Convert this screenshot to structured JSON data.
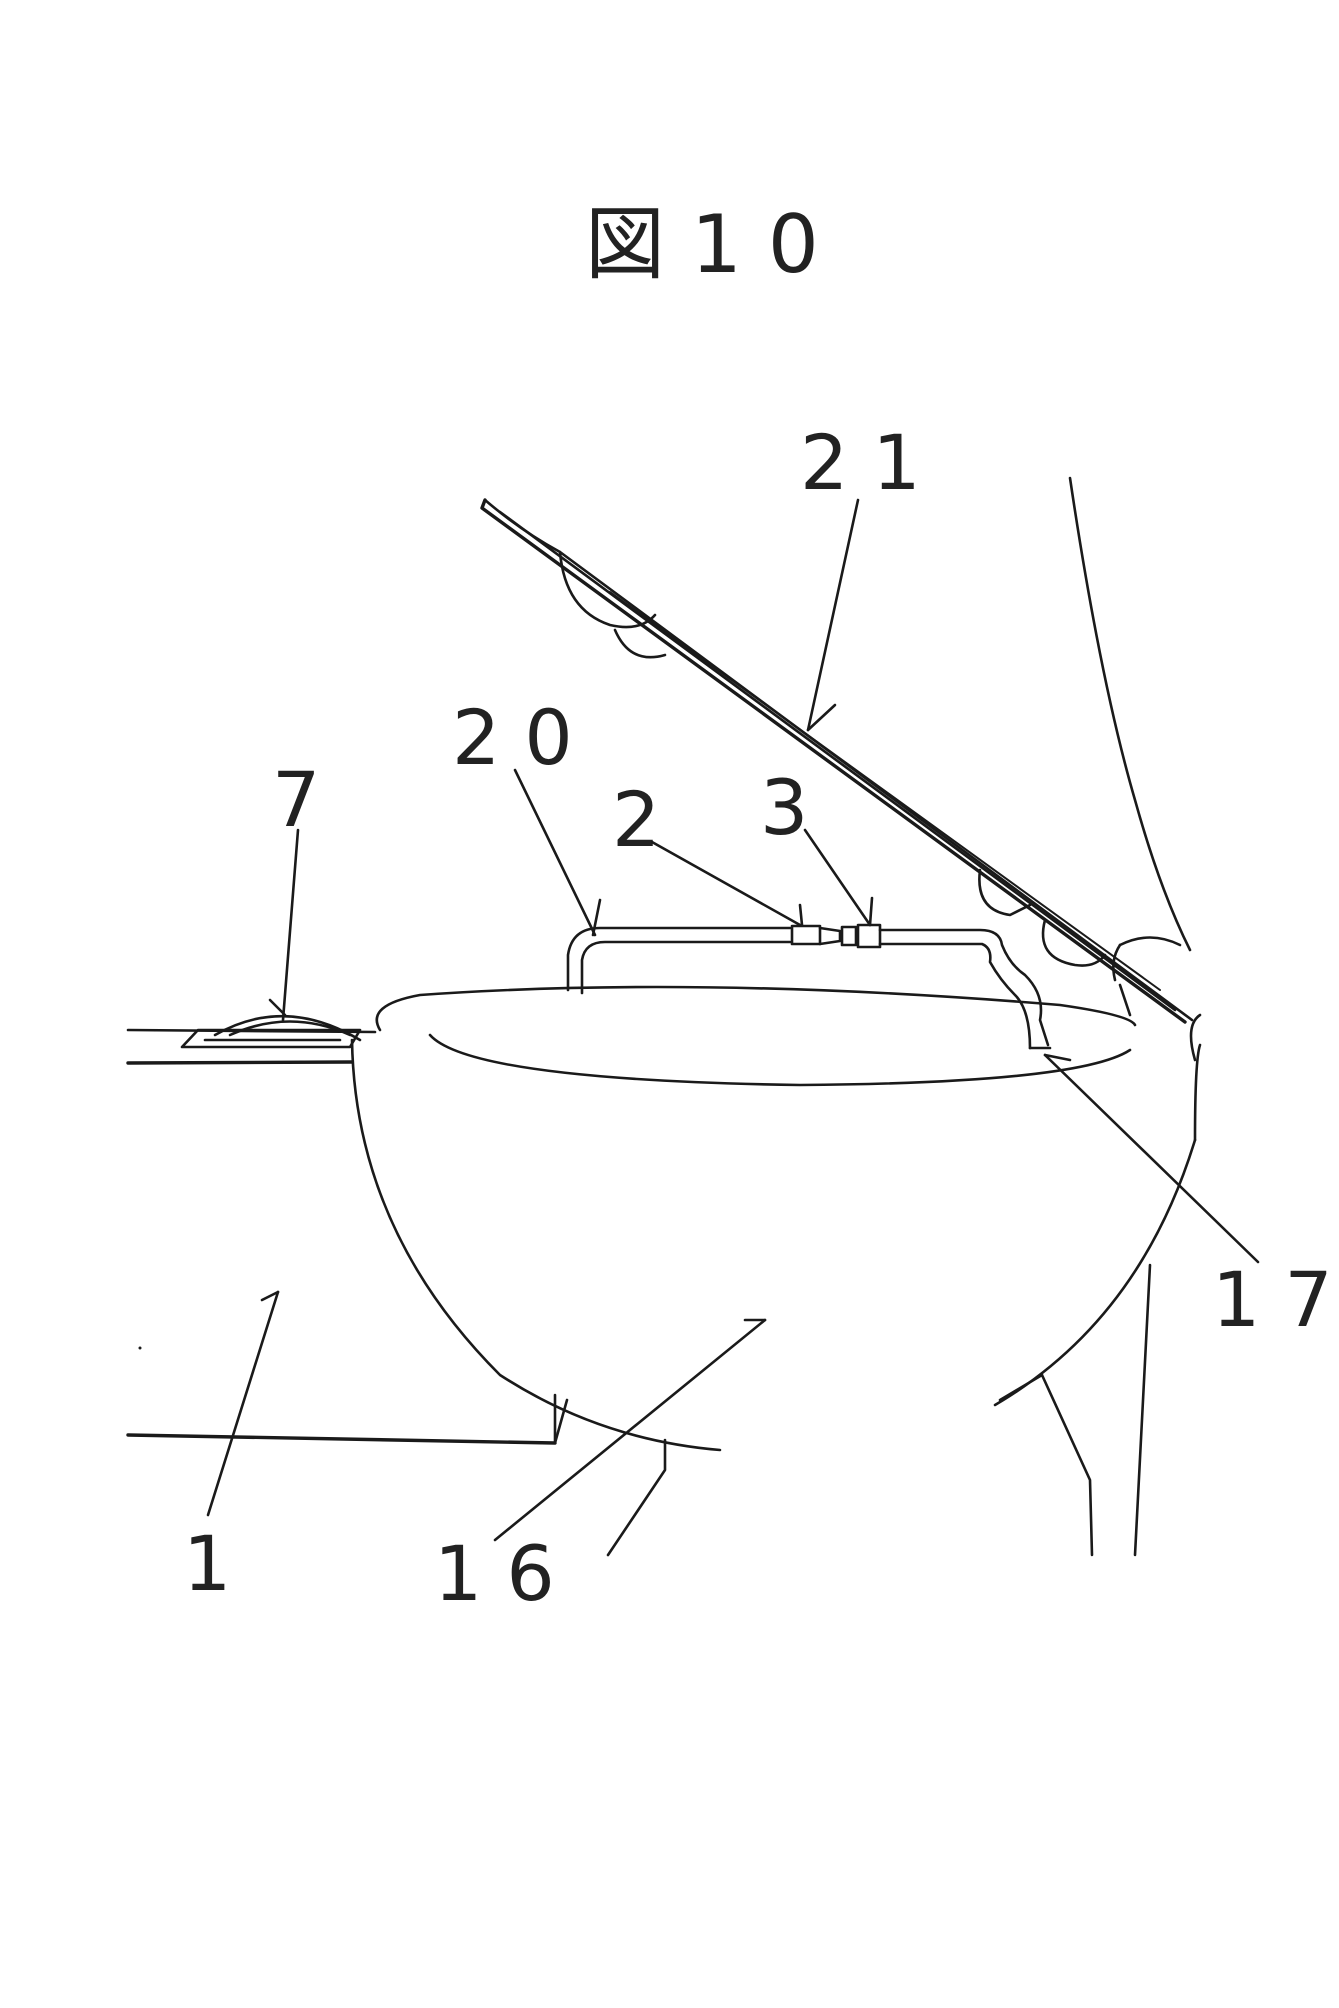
{
  "figure": {
    "title": "図10",
    "labels": {
      "l21": "21",
      "l20": "20",
      "l7": "7",
      "l2": "2",
      "l3": "3",
      "l17": "17",
      "l1": "1",
      "l16": "16"
    }
  },
  "colors": {
    "ink": "#1a1a1a",
    "background": "#ffffff"
  }
}
